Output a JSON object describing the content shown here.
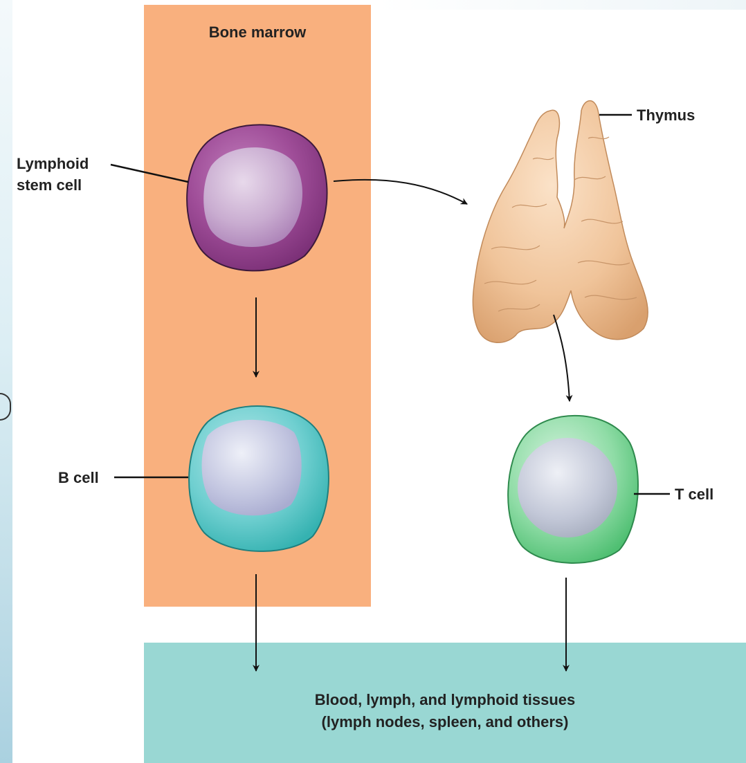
{
  "diagram": {
    "bone_marrow_title": "Bone marrow",
    "labels": {
      "lymphoid_stem_cell_line1": "Lymphoid",
      "lymphoid_stem_cell_line2": "stem cell",
      "b_cell": "B cell",
      "t_cell": "T cell",
      "thymus": "Thymus"
    },
    "destination": {
      "line1": "Blood, lymph, and lymphoid tissues",
      "line2": "(lymph nodes, spleen, and others)"
    },
    "colors": {
      "bone_marrow": "#f9b07e",
      "tissues": "#99d7d3",
      "stem_cell": "#9a4893",
      "b_cell": "#45c1c0",
      "t_cell": "#5fc87f",
      "thymus": "#f0c49a"
    }
  }
}
